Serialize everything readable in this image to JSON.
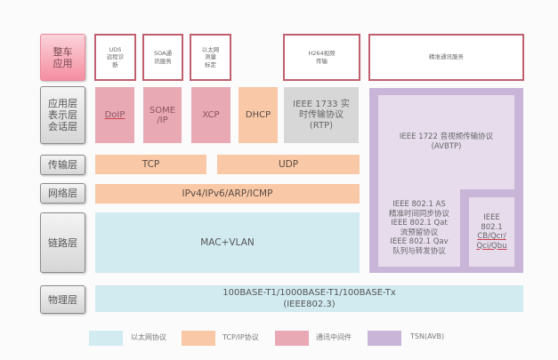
{
  "layers": {
    "vehicle_app": "整车\n应用",
    "app_pres_session": "应用层\n表示层\n会话层",
    "transport": "传输层",
    "network": "网络层",
    "link": "链路层",
    "physical": "物理层"
  },
  "vehicle_apps": [
    {
      "label": "UDS\n远程诊\n断"
    },
    {
      "label": "SOA通\n讯服务"
    },
    {
      "label": "以太网\n测量\n标定"
    },
    {
      "label": "H264视频\n传输"
    },
    {
      "label": "精准通讯服务"
    }
  ],
  "app_protocols": {
    "doip": "DoIP",
    "someip": "SOME\n/IP",
    "xcp": "XCP",
    "dhcp": "DHCP",
    "rtp": "IEEE 1733 实\n时传输协议\n(RTP)"
  },
  "transport": {
    "tcp": "TCP",
    "udp": "UDP"
  },
  "network": {
    "ip": "IPv4/IPv6/ARP/ICMP"
  },
  "link": {
    "mac": "MAC+VLAN"
  },
  "tsn": {
    "avbtp": "IEEE 1722 音视频传输协议\n(AVBTP)",
    "stack": "IEEE 802.1 AS\n精准时间同步协议\nIEEE 802.1 Qat\n流预留协议\nIEEE 802.1 Qav\n队列与转发协议",
    "cb_line1": "IEEE\n802.1\n",
    "cb_line2": "CB/Qcr/\nQci/Qbu"
  },
  "physical": {
    "label": "100BASE-T1/1000BASE-T1/100BASE-Tx\n(IEEE802.3)"
  },
  "legend": [
    {
      "label": "以太网协议",
      "color": "#d2ebf1"
    },
    {
      "label": "TCP/IP协议",
      "color": "#f9c8a7"
    },
    {
      "label": "通讯中间件",
      "color": "#e8a9b4"
    },
    {
      "label": "TSN(AVB)",
      "color": "#c9b5d8"
    }
  ],
  "colors": {
    "ethernet": "#d2ebf1",
    "tcpip": "#f9c8a7",
    "middleware": "#e8a9b4",
    "tsn": "#c9b5d8",
    "app_border": "#c0606e"
  }
}
